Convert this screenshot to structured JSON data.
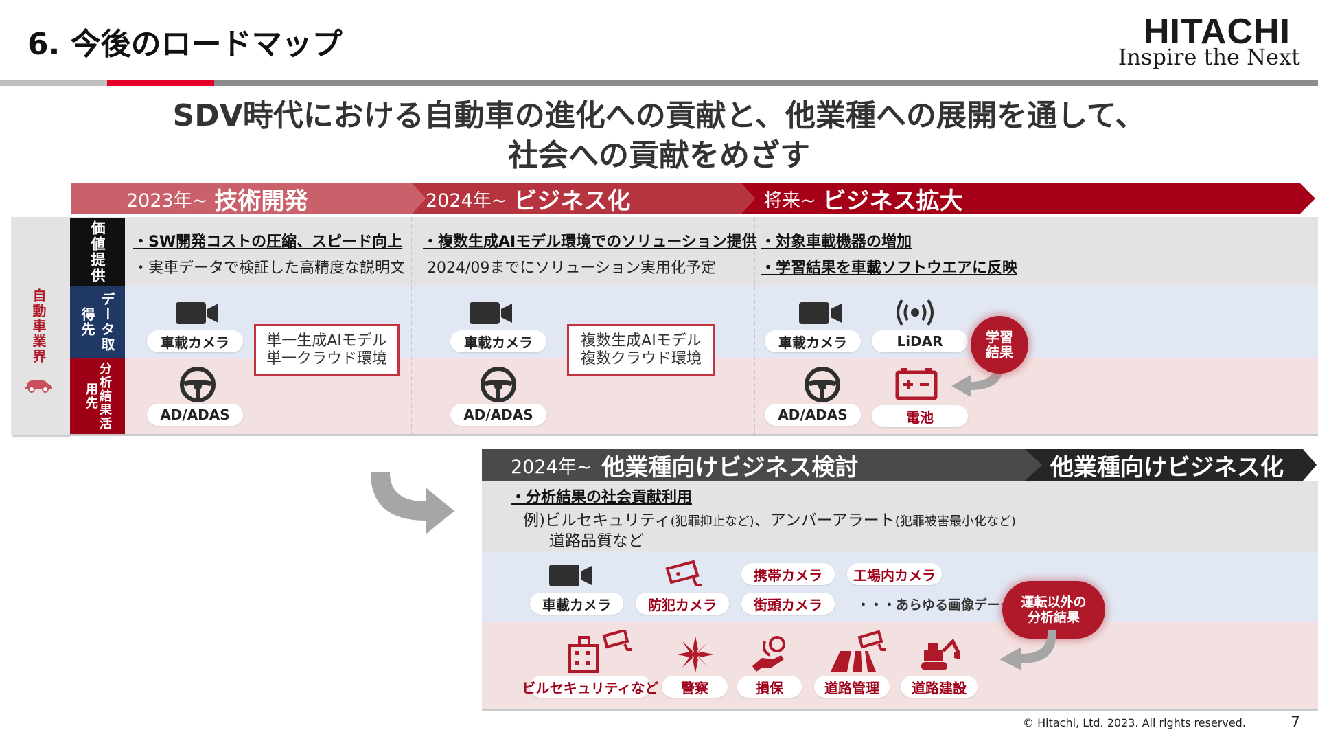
{
  "page": {
    "title": "6. 今後のロードマップ",
    "page_number": "7",
    "copyright": "© Hitachi, Ltd. 2023. All rights reserved."
  },
  "logo": {
    "name": "HITACHI",
    "tagline": "Inspire the Next"
  },
  "headline": {
    "line1": "SDV時代における自動車の進化への貢献と、他業種への展開を通して、",
    "line2": "社会への貢献をめざす"
  },
  "phases": [
    {
      "year": "2023年~",
      "name": "技術開発"
    },
    {
      "year": "2024年~",
      "name": "ビジネス化"
    },
    {
      "year": "将来~",
      "name": "ビジネス拡大"
    }
  ],
  "industry_label": "自動車業界",
  "row_labels": {
    "value": "価値提供",
    "data": "データ取得先",
    "analysis": "分析結果活用先"
  },
  "automotive": {
    "col1": {
      "bullet1": "・SW開発コストの圧縮、スピード向上",
      "bullet2": "・実車データで検証した高精度な説明文",
      "sensor": "車載カメラ",
      "target": "AD/ADAS",
      "model_line1": "単一生成AIモデル",
      "model_line2": "単一クラウド環境"
    },
    "col2": {
      "bullet1": "・複数生成AIモデル環境でのソリューション提供",
      "bullet2": "2024/09までにソリューション実用化予定",
      "sensor": "車載カメラ",
      "target": "AD/ADAS",
      "model_line1": "複数生成AIモデル",
      "model_line2": "複数クラウド環境"
    },
    "col3": {
      "bullet1": "・対象車載機器の増加",
      "bullet2": "・学習結果を車載ソフトウエアに反映",
      "sensor1": "車載カメラ",
      "sensor2": "LiDAR",
      "target1": "AD/ADAS",
      "target2": "電池",
      "bubble_line1": "学習",
      "bubble_line2": "結果"
    }
  },
  "other_industries": {
    "band_year": "2024年~",
    "band_name": "他業種向けビジネス検討",
    "band_future": "他業種向けビジネス化",
    "bullet": "・分析結果の社会貢献利用",
    "example_line1_a": "例)ビルセキュリティ",
    "example_line1_b": "(犯罪抑止など)",
    "example_line1_c": "、アンバーアラート",
    "example_line1_d": "(犯罪被害最小化など)",
    "example_line2": "道路品質など",
    "sources": [
      "車載カメラ",
      "防犯カメラ",
      "携帯カメラ",
      "工場内カメラ",
      "街頭カメラ"
    ],
    "sources_more": "・・・あらゆる画像データ",
    "bubble_line1": "運転以外の",
    "bubble_line2": "分析結果",
    "uses": [
      "ビルセキュリティなど",
      "警察",
      "損保",
      "道路管理",
      "道路建設"
    ]
  },
  "colors": {
    "phase1": "#c9606a",
    "phase2": "#b5343f",
    "phase3": "#a50018",
    "accent_red": "#e60027",
    "band_dark": "#2b2b2b"
  }
}
